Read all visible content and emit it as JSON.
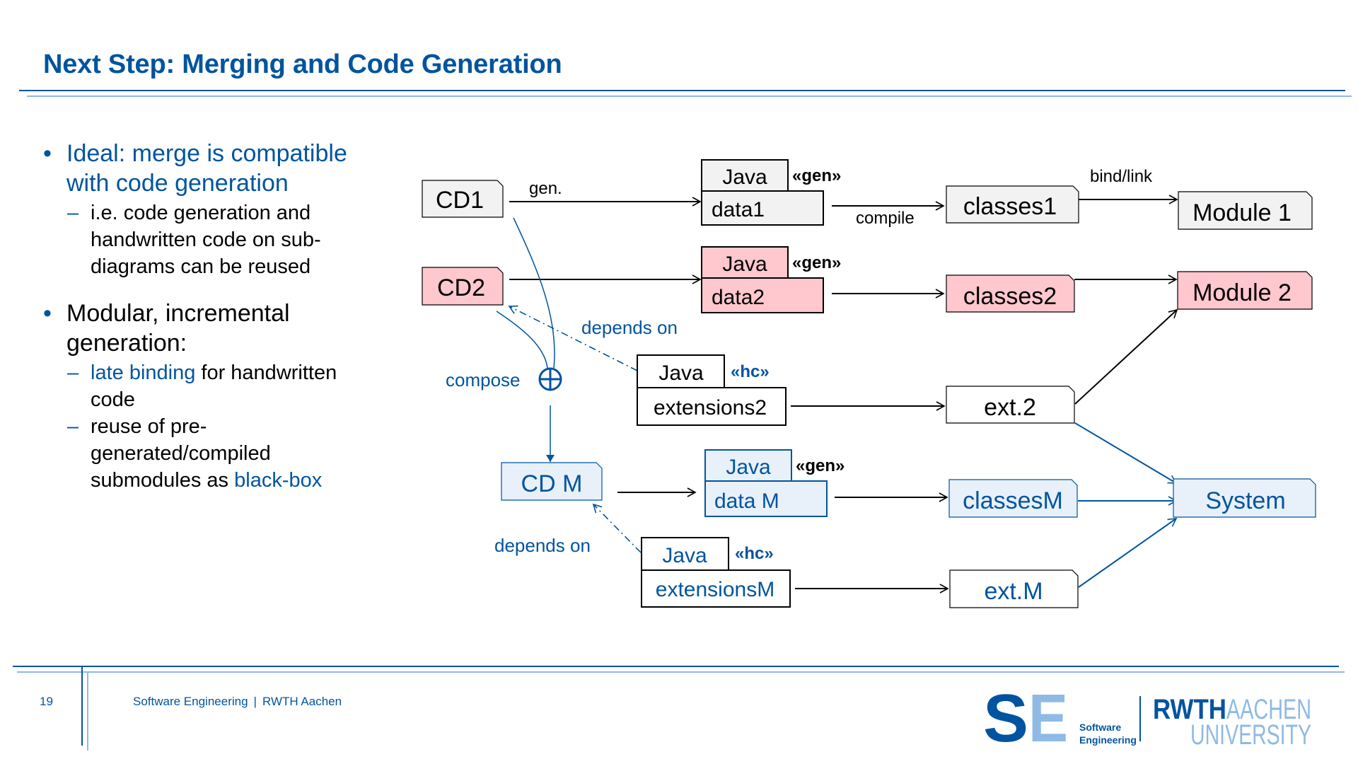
{
  "slide": {
    "title": "Next Step: Merging and Code Generation",
    "page_number": "19",
    "footer": {
      "left": "Software Engineering",
      "separator": "|",
      "right": "RWTH Aachen"
    },
    "logos": {
      "se_letters_s": "S",
      "se_letters_e": "E",
      "se_caption_1": "Software",
      "se_caption_2": "Engineering",
      "rwth_1": "RWTH",
      "rwth_2": "AACHEN",
      "rwth_3": "UNIVERSITY"
    }
  },
  "bullets": [
    {
      "lines": [
        "Ideal: merge is compatible",
        "with code generation"
      ],
      "highlight": true,
      "sub": [
        {
          "parts": [
            {
              "text": "i.e. code generation and",
              "blue": false
            }
          ],
          "lines_after": [
            "handwritten code on sub-",
            "diagrams can be reused"
          ]
        }
      ]
    },
    {
      "lines": [
        "Modular, incremental",
        "generation:"
      ],
      "highlight": false,
      "sub": [
        {
          "line1_blue": "late binding",
          "line1_rest": " for handwritten",
          "lines_after": [
            "code"
          ]
        },
        {
          "line1": "reuse of pre-",
          "lines_after": [
            "generated/compiled"
          ],
          "last_plain": "submodules as ",
          "last_blue": "black-box"
        }
      ]
    }
  ],
  "diagram": {
    "colors": {
      "gray_fill": "#f2f2f2",
      "pink_fill": "#ffc7ce",
      "blue_fill": "#e8f0fa",
      "blue": "#00549f",
      "black": "#000000"
    },
    "nodes": {
      "cd1": "CD1",
      "cd2": "CD2",
      "cdm": "CD M",
      "java": "Java",
      "data1": "data1",
      "data2": "data2",
      "datam": "data M",
      "extensions2": "extensions2",
      "extensionsm": "extensionsM",
      "classes1": "classes1",
      "classes2": "classes2",
      "classesm": "classesM",
      "ext2": "ext.2",
      "extm": "ext.M",
      "module1": "Module 1",
      "module2": "Module 2",
      "system": "System"
    },
    "stereotypes": {
      "gen": "«gen»",
      "hc": "«hc»"
    },
    "edge_labels": {
      "gen": "gen.",
      "compile": "compile",
      "bind_link": "bind/link",
      "depends_on": "depends on",
      "compose": "compose"
    }
  }
}
